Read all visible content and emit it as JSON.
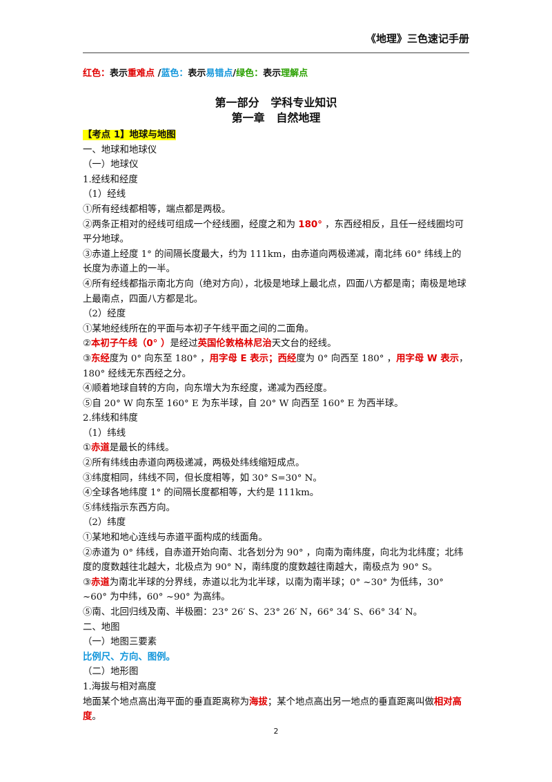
{
  "header": {
    "title": "《地理》三色速记手册"
  },
  "legend": {
    "red_label": "红色：",
    "red_text": "表示",
    "red_term": "重难点",
    "sep1": " /",
    "blue_label": "蓝色：",
    "blue_text": "表示",
    "blue_term": "易错点",
    "sep2": "/",
    "green_label": "绿色：",
    "green_text": "表示",
    "green_term": "理解点"
  },
  "titles": {
    "part": "第一部分   学科专业知识",
    "chapter": "第一章   自然地理"
  },
  "kaodian": "【考点 1】地球与地图",
  "lines": {
    "s1": "一、地球和地球仪",
    "s1a": "（一）地球仪",
    "h1": "1.经线和经度",
    "h1a": "（1）经线",
    "j1": "①所有经线都相等，端点都是两极。",
    "j2a": "②两条正相对的经线可组成一个经线圈，经度之和为 ",
    "j2b": "180°",
    "j2c": " ，东西经相反，且任一经线圈均可平分地球。",
    "j3": "③赤道上经度 1° 的间隔长度最大，约为 111km，由赤道向两极递减，南北纬 60° 纬线上的长度为赤道上的一半。",
    "j4": "④所有经线都指示南北方向（绝对方向），北极是地球上最北点，四面八方都是南；南极是地球上最南点，四面八方都是北。",
    "h1b": "（2）经度",
    "d1": "①某地经线所在的平面与本初子午线平面之间的二面角。",
    "d2a": "②",
    "d2b": "本初子午线（0°  ）",
    "d2c": "是经过",
    "d2d": "英国伦敦格林尼治",
    "d2e": "天文台的经线。",
    "d3a": "③",
    "d3b": "东经",
    "d3c": "度为 0° 向东至 180° ，",
    "d3d": "用字母 E 表示",
    "d3e": "；",
    "d3f": "西经",
    "d3g": "度为 0° 向西至 180° ，",
    "d3h": "用字母 W 表示",
    "d3i": "，180° 经线无东西经之分。",
    "d4": "④顺着地球自转的方向，向东增大为东经度，递减为西经度。",
    "d5": "⑤自 20° W 向东至 160° E 为东半球，自 20° W 向西至 160° E 为西半球。",
    "h2": "2.纬线和纬度",
    "h2a": "（1）纬线",
    "w1a": "①",
    "w1b": "赤道",
    "w1c": "是最长的纬线。",
    "w2": "②所有纬线由赤道向两极递减，两极处纬线缩短成点。",
    "w3": "③纬度相同，纬线不同，但长度相等，如 30° S=30° N。",
    "w4": "④全球各地纬度 1° 的间隔长度都相等，大约是 111km。",
    "w5": "⑤纬线指示东西方向。",
    "h2b": "（2）纬度",
    "l1": "①某地和地心连线与赤道平面构成的线面角。",
    "l2": "②赤道为 0° 纬线，自赤道开始向南、北各划分为 90° ，向南为南纬度，向北为北纬度；北纬度的度数越往北越大，北极点为 90° N，南纬度的度数越往南越大，南极点为 90° S。",
    "l3a": "③",
    "l3b": "赤道",
    "l3c": "为南北半球的分界线，赤道以北为北半球，以南为南半球；0° ~30° 为低纬，30° ~60° 为中纬，60° ~90° 为高纬。",
    "l4": "⑤南、北回归线及南、半极圈：23° 26′ S、23° 26′ N，66° 34′ S、66° 34′ N。",
    "s2": "二、地图",
    "s2a": "（一）地图三要素",
    "m1": "比例尺、方向、图例。",
    "s2b": "（二）地形图",
    "h3": "1.海拔与相对高度",
    "e1a": "地面某个地点高出海平面的垂直距离称为",
    "e1b": "海拔",
    "e1c": "；某个地点高出另一地点的垂直距离叫做",
    "e1d": "相对高度",
    "e1e": "。"
  },
  "page_number": "2"
}
